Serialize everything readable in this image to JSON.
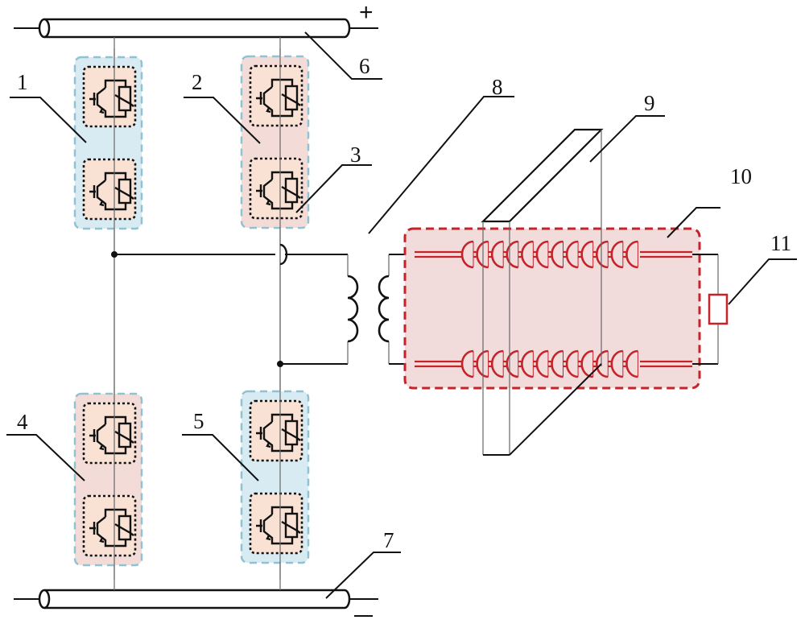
{
  "diagram": {
    "title": "",
    "labels": {
      "l1": "1",
      "l2": "2",
      "l3": "3",
      "l4": "4",
      "l5": "5",
      "l6": "6",
      "l7": "7",
      "l8": "8",
      "l9": "9",
      "l10": "10",
      "l11": "11"
    },
    "polarity": {
      "positive": "+",
      "negative": "−"
    },
    "components": [
      {
        "id": "1",
        "name": "upper-left switch group",
        "color": "blue"
      },
      {
        "id": "2",
        "name": "upper-right switch group",
        "color": "pink"
      },
      {
        "id": "3",
        "name": "switch module",
        "color": "peach"
      },
      {
        "id": "4",
        "name": "lower-left switch group",
        "color": "pink"
      },
      {
        "id": "5",
        "name": "lower-right switch group",
        "color": "blue"
      },
      {
        "id": "6",
        "name": "positive DC bus"
      },
      {
        "id": "7",
        "name": "negative DC bus"
      },
      {
        "id": "8",
        "name": "transformer"
      },
      {
        "id": "9",
        "name": "plate"
      },
      {
        "id": "10",
        "name": "accelerating structure",
        "cells_per_row": 12
      },
      {
        "id": "11",
        "name": "load resistor"
      }
    ],
    "colors": {
      "blue_group": "#d8ebf2",
      "pink_group": "#f3dcd8",
      "switch_fill": "#f9e2d4",
      "accent_red": "#c5222a"
    }
  }
}
